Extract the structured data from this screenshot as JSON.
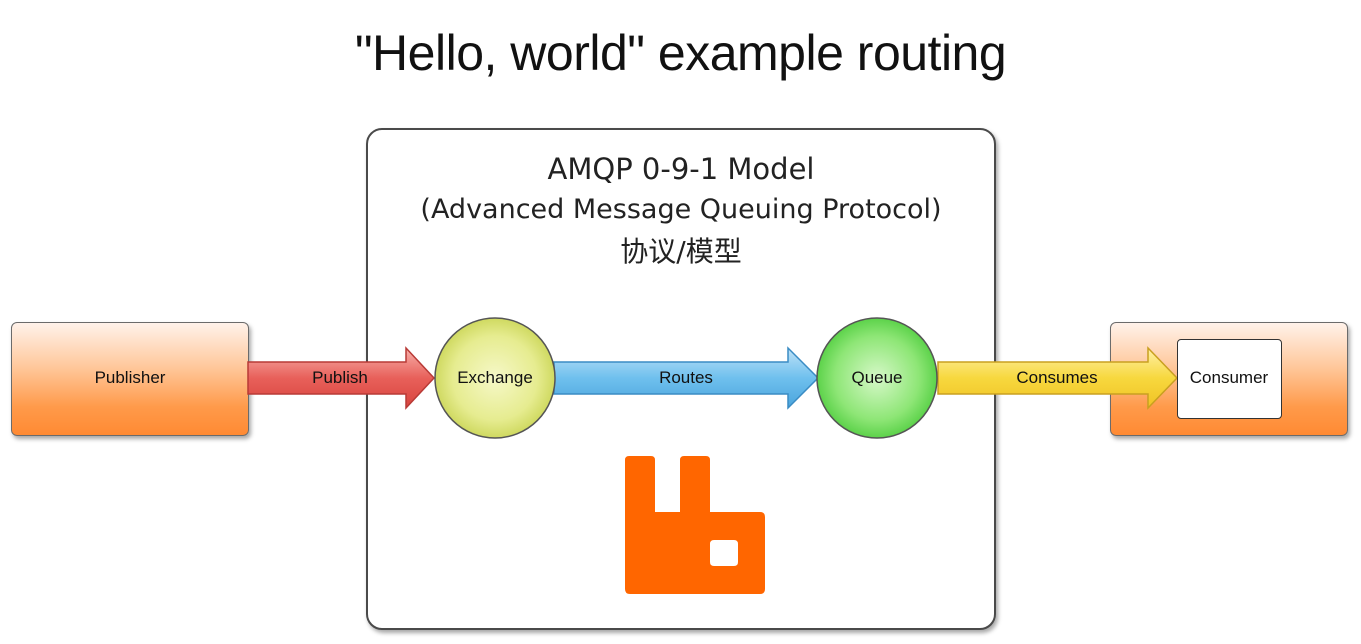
{
  "title": "\"Hello, world\" example routing",
  "model": {
    "line1": "AMQP 0-9-1 Model",
    "line2": "(Advanced Message Queuing Protocol)",
    "line3": "协议/模型"
  },
  "nodes": {
    "publisher": "Publisher",
    "exchange": "Exchange",
    "queue": "Queue",
    "consumer": "Consumer"
  },
  "edges": {
    "publish": "Publish",
    "routes": "Routes",
    "consumes": "Consumes"
  },
  "colors": {
    "publish_arrow": "#e8605a",
    "routes_arrow": "#5fb4e8",
    "consumes_arrow": "#f5d23a",
    "exchange_node": "#dfe87a",
    "queue_node": "#6cd95a",
    "side_boxes": "#ff9a4a",
    "logo": "#ff6600"
  },
  "icons": {
    "logo": "rabbitmq-logo-icon"
  }
}
